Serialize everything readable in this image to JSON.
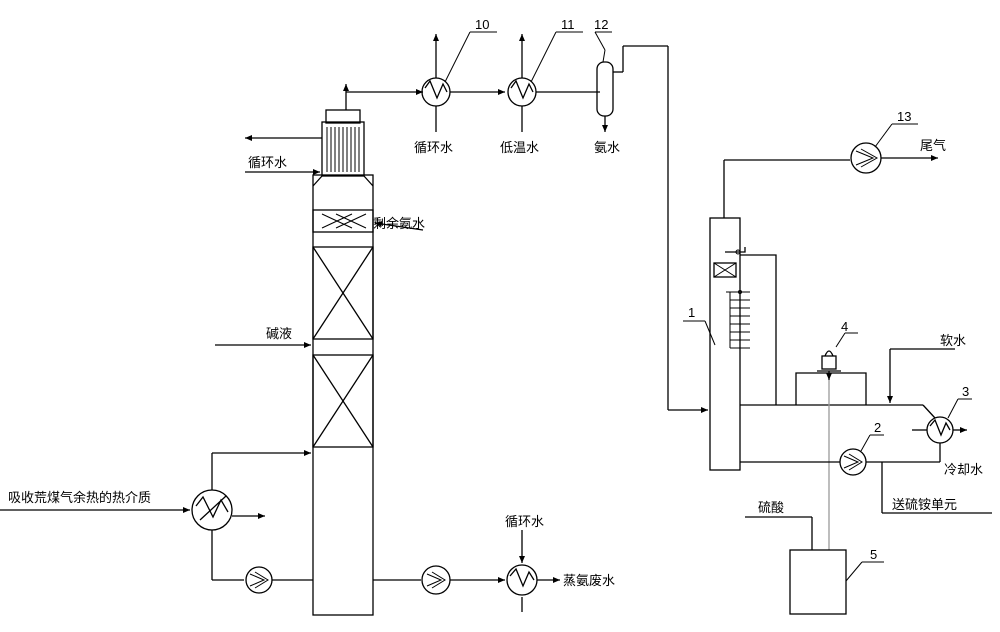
{
  "labels": {
    "circulating_water_top": "循环水",
    "condenser10_water": "循环水",
    "condenser11_water": "低温水",
    "ammonia_water": "氨水",
    "remaining_ammonia": "剩余氨水",
    "alkali": "碱液",
    "heat_medium": "吸收荒煤气余热的热介质",
    "circulating_water_bottom": "循环水",
    "wastewater": "蒸氨废水",
    "tail_gas": "尾气",
    "soft_water": "软水",
    "cooling_water": "冷却水",
    "sulfuric_acid": "硫酸",
    "to_ammonium_sulfate": "送硫铵单元"
  },
  "numbers": {
    "n1": "1",
    "n2": "2",
    "n3": "3",
    "n4": "4",
    "n5": "5",
    "n10": "10",
    "n11": "11",
    "n12": "12",
    "n13": "13"
  }
}
